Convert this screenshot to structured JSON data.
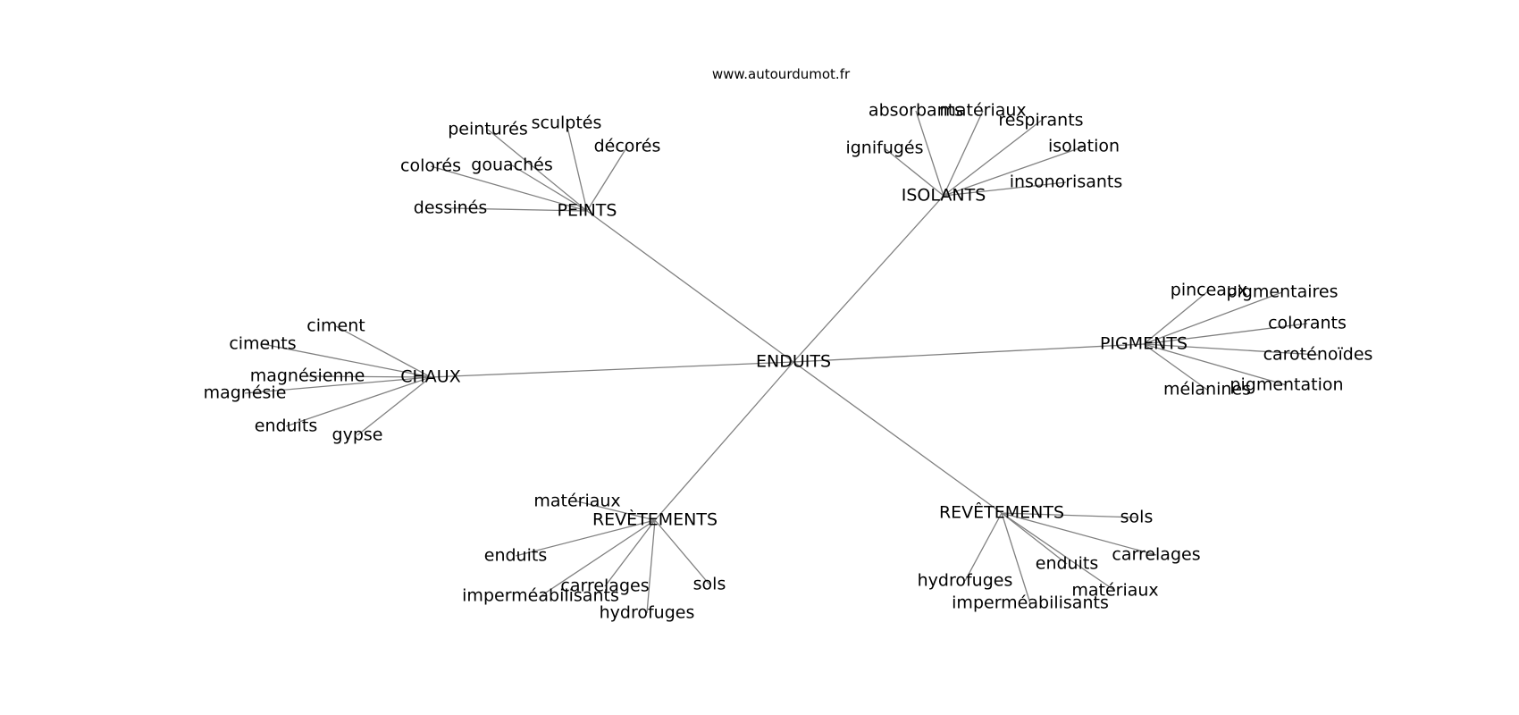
{
  "source_text": "www.autourdumot.fr",
  "colors": {
    "edge": "#808080",
    "text": "#000000",
    "background": "#ffffff"
  },
  "graph": {
    "center": "ENDUITS",
    "branches": [
      {
        "label": "PEINTS",
        "leaves": [
          "peinturés",
          "sculptés",
          "décorés",
          "colorés",
          "gouachés",
          "dessinés"
        ]
      },
      {
        "label": "ISOLANTS",
        "leaves": [
          "absorbants",
          "matériaux",
          "respirants",
          "ignifugés",
          "isolation",
          "insonorisants"
        ]
      },
      {
        "label": "PIGMENTS",
        "leaves": [
          "pinceaux",
          "pigmentaires",
          "colorants",
          "caroténoïdes",
          "mélanines",
          "pigmentation"
        ]
      },
      {
        "label": "CHAUX",
        "leaves": [
          "ciment",
          "ciments",
          "magnésienne",
          "magnésie",
          "enduits",
          "gypse"
        ]
      },
      {
        "label": "REVÈTEMENTS",
        "leaves": [
          "matériaux",
          "enduits",
          "imperméabilisants",
          "carrelages",
          "hydrofuges",
          "sols"
        ]
      },
      {
        "label": "REVÊTEMENTS",
        "leaves": [
          "sols",
          "carrelages",
          "enduits",
          "matériaux",
          "hydrofuges",
          "imperméabilisants"
        ]
      }
    ]
  }
}
